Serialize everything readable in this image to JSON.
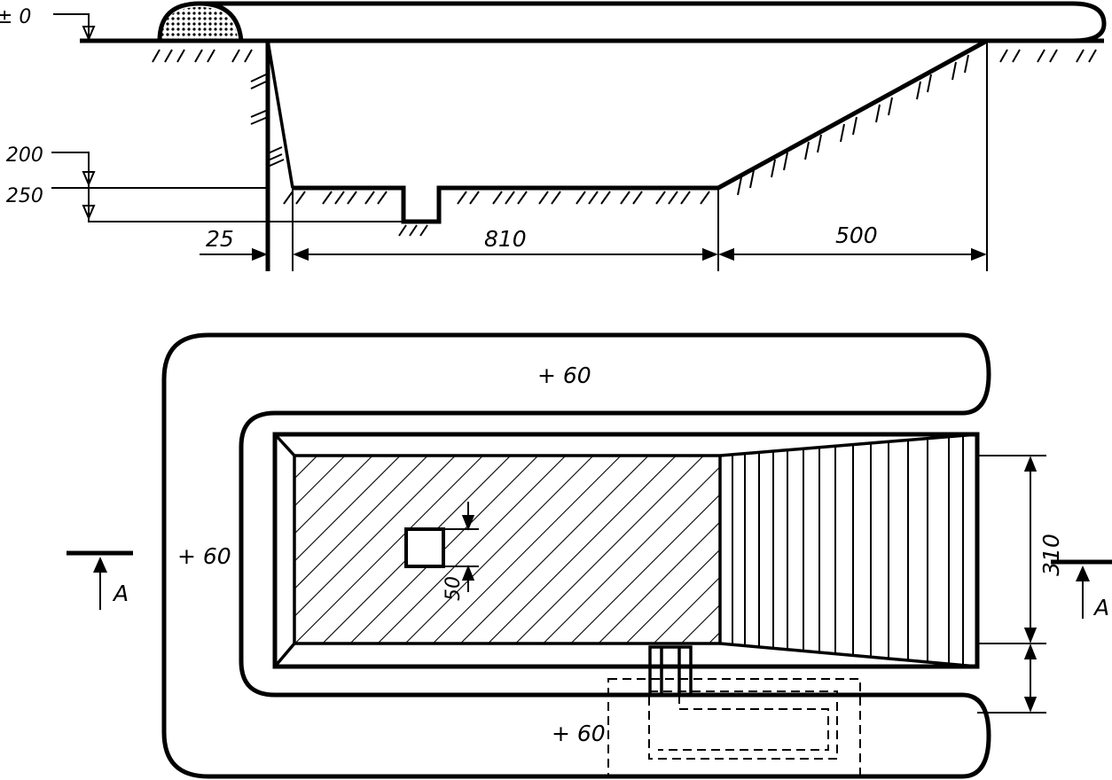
{
  "section": {
    "level_zero": "± 0",
    "level_200": "- 200",
    "level_250": "- 250",
    "dim_left": "25",
    "dim_middle": "810",
    "dim_right": "500"
  },
  "plan": {
    "ring_top": "+ 60",
    "ring_left": "+ 60",
    "ring_bottom": "+ 60",
    "dim_height": "310",
    "dim_sump": "50",
    "cut_marker_left": "A",
    "cut_marker_right": "A"
  }
}
